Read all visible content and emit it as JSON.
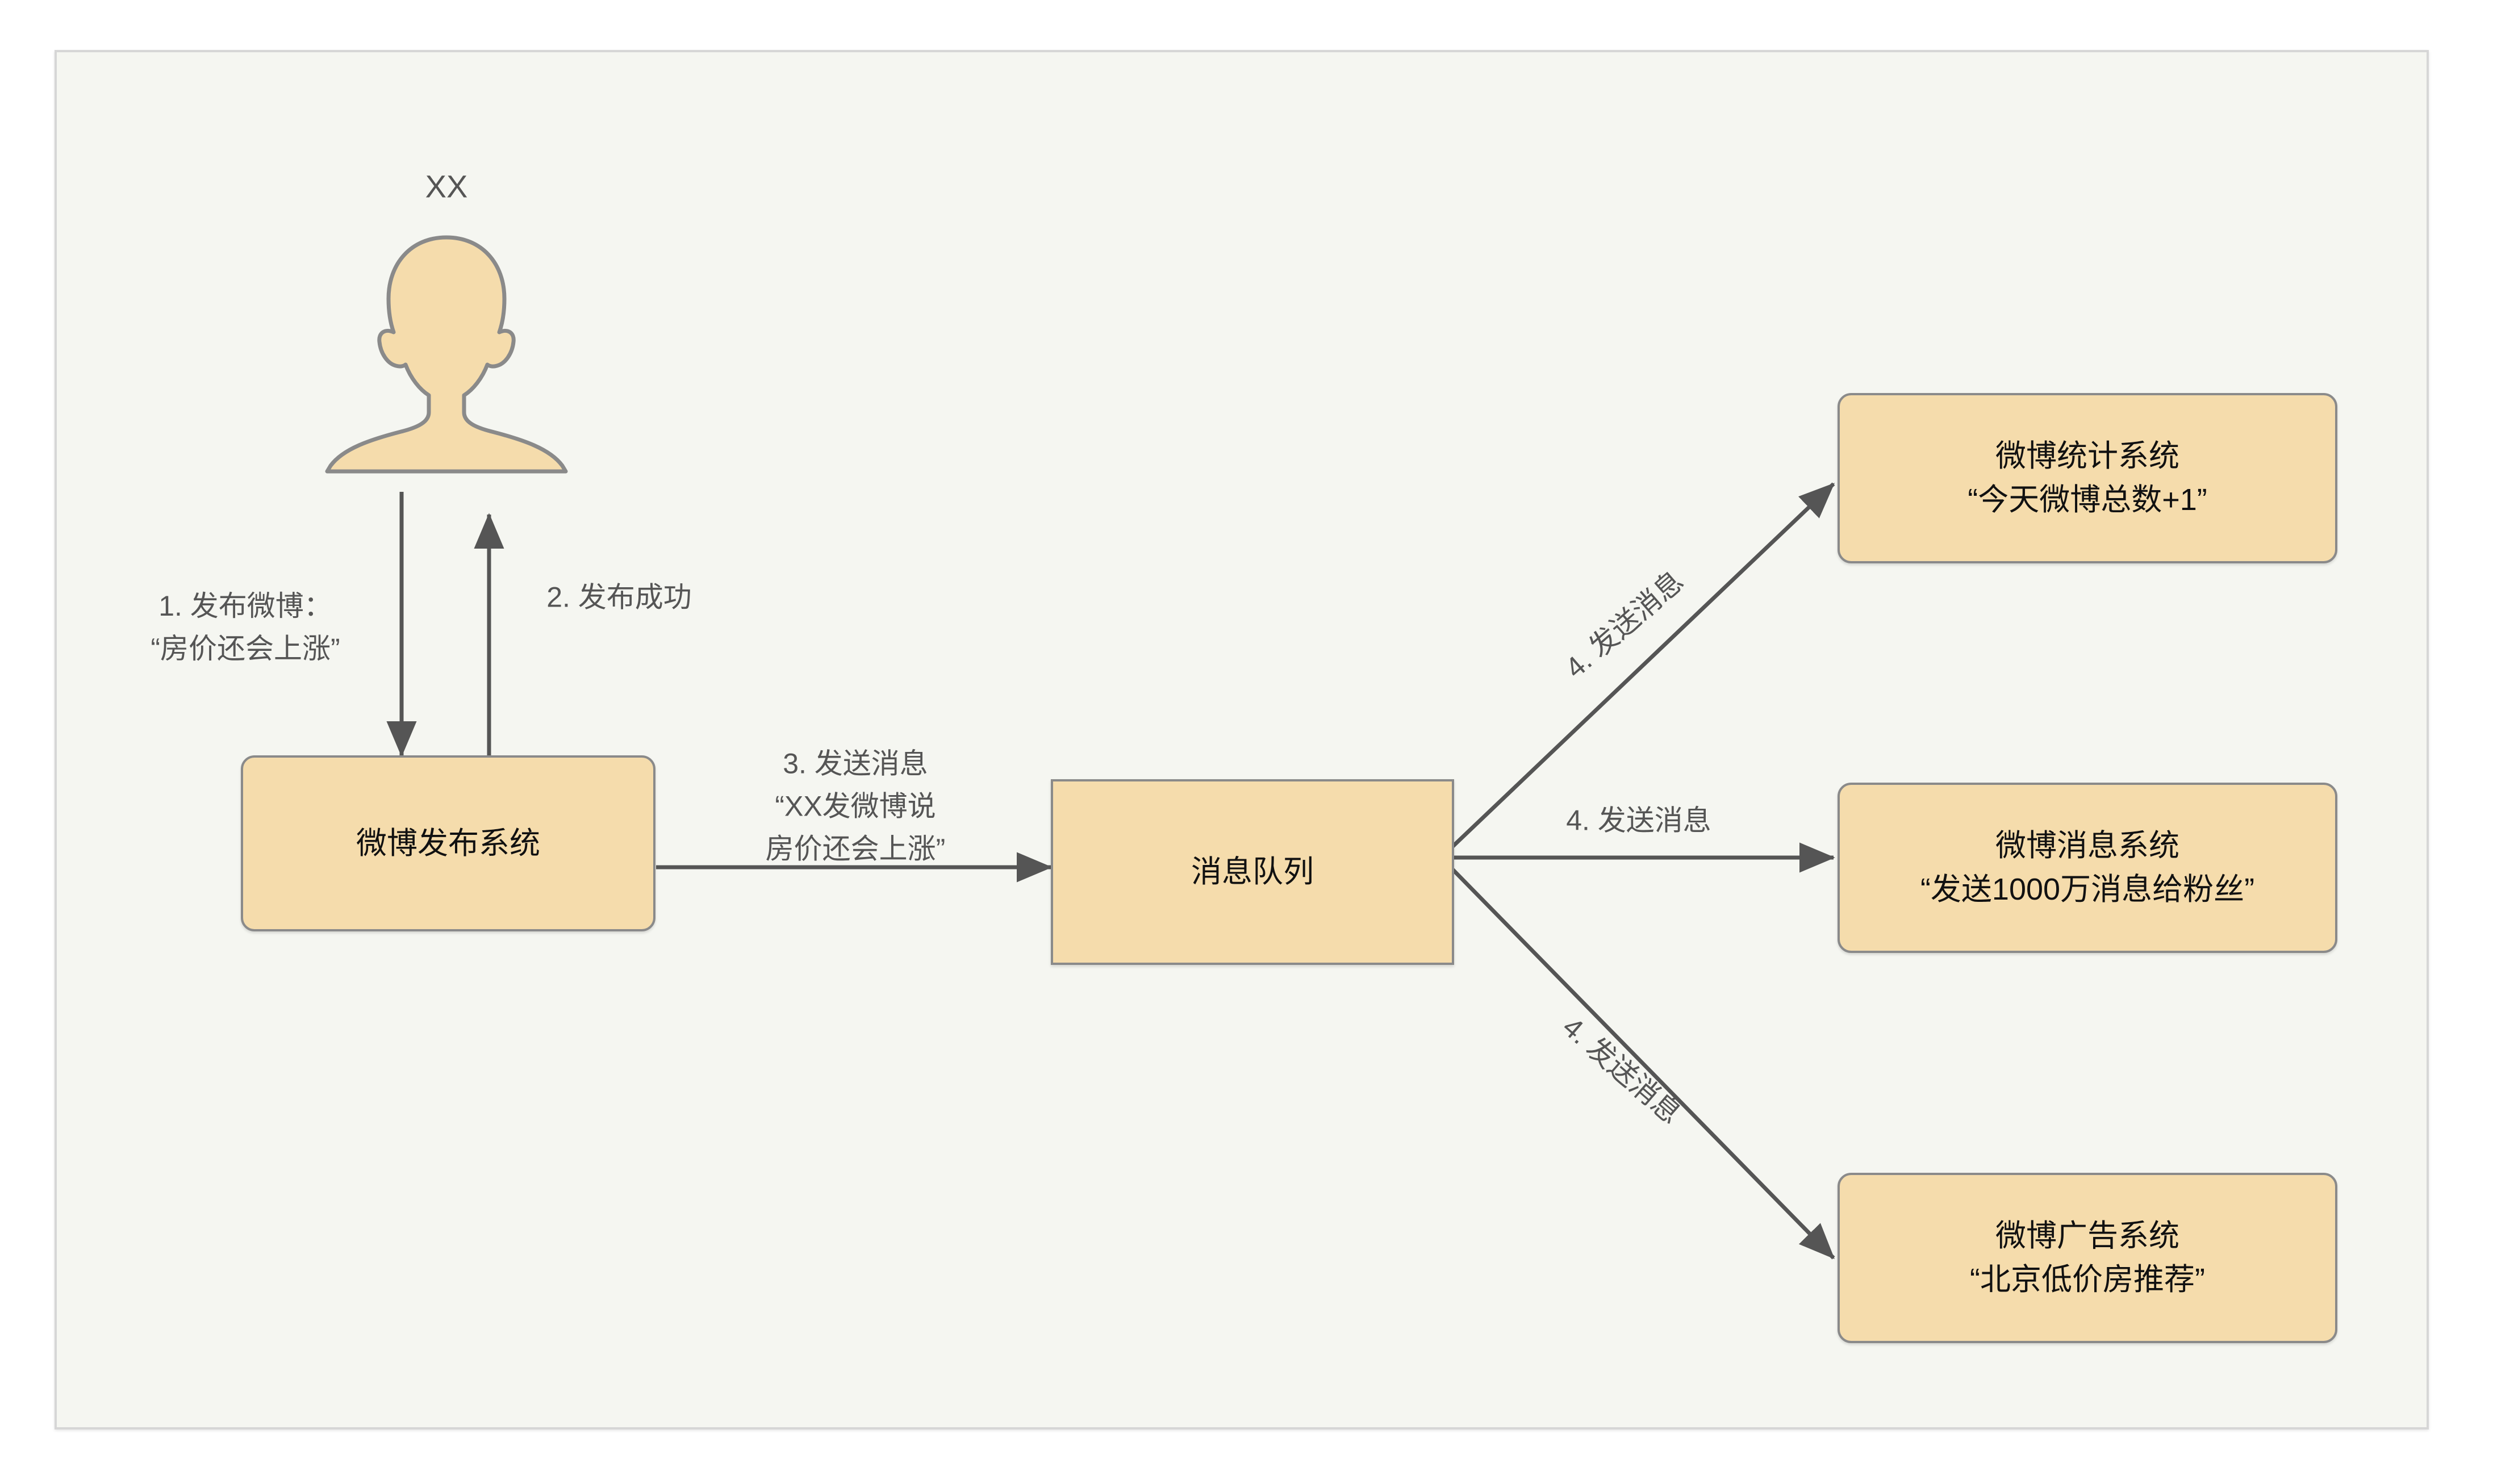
{
  "diagram": {
    "title_text": "",
    "colors": {
      "canvas_bg": "#f5f6f1",
      "frame_border": "#d6d6d6",
      "node_fill": "#f5dcac",
      "node_border": "#8a8a8a",
      "edge_stroke": "#555555",
      "label_text": "#555555",
      "node_text": "#111111"
    }
  },
  "actor": {
    "name": "XX",
    "icon": "user-avatar-icon"
  },
  "nodes": {
    "publish_system": {
      "line1": "微博发布系统"
    },
    "message_queue": {
      "line1": "消息队列"
    },
    "stats_system": {
      "line1": "微博统计系统",
      "line2": "“今天微博总数+1”"
    },
    "message_system": {
      "line1": "微博消息系统",
      "line2": "“发送1000万消息给粉丝”"
    },
    "ad_system": {
      "line1": "微博广告系统",
      "line2": "“北京低价房推荐”"
    }
  },
  "edges": {
    "step1": {
      "line1": "1. 发布微博：",
      "line2": "“房价还会上涨”"
    },
    "step2": {
      "line1": "2. 发布成功"
    },
    "step3": {
      "line1": "3. 发送消息",
      "line2": "“XX发微博说",
      "line3": "房价还会上涨”"
    },
    "step4_top": {
      "line1": "4. 发送消息"
    },
    "step4_mid": {
      "line1": "4. 发送消息"
    },
    "step4_bottom": {
      "line1": "4. 发送消息"
    }
  }
}
